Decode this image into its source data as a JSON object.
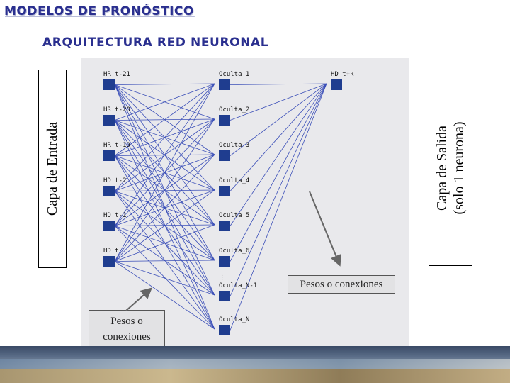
{
  "header": {
    "title": "MODELOS DE PRONÓSTICO",
    "subtitle": "ARQUITECTURA RED NEURONAL"
  },
  "labels": {
    "input_layer": "Capa de Entrada",
    "output_layer_line1": "Capa de Salida",
    "output_layer_line2": "(solo 1 neurona)"
  },
  "network": {
    "inputs": [
      "HR t-21",
      "HR t-20",
      "HR t-19",
      "HD t-2",
      "HD t-1",
      "HD t"
    ],
    "hidden": [
      "Oculta_1",
      "Oculta_2",
      "Oculta_3",
      "Oculta_4",
      "Oculta_5",
      "Oculta_6",
      "Oculta_N-1",
      "Oculta_N"
    ],
    "output": [
      "HD t+k"
    ],
    "ellipsis": "..."
  },
  "callouts": {
    "right": "Pesos o conexiones",
    "left_line1": "Pesos o",
    "left_line2": "conexiones"
  },
  "colors": {
    "title": "#2a2f8f",
    "node": "#1f3d8f",
    "link": "#3b4fb8",
    "panel": "#e9e9ec"
  }
}
